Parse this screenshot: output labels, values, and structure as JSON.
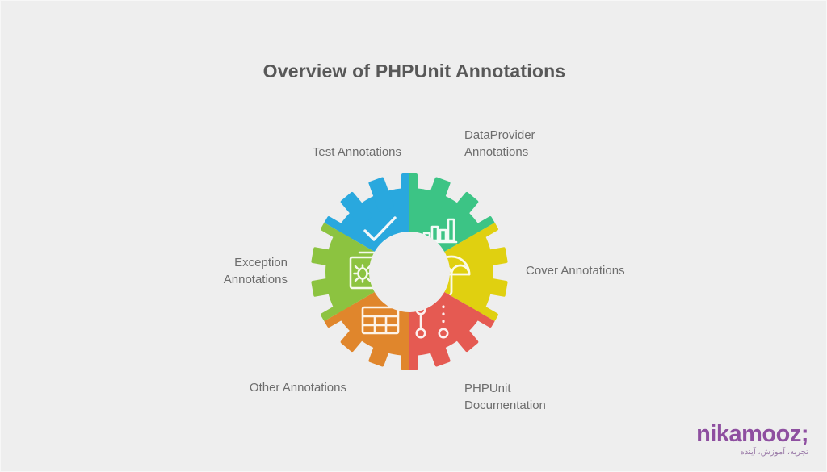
{
  "page": {
    "title": "Overview of PHPUnit Annotations",
    "background_color": "#eeeeee",
    "title_color": "#585858",
    "label_color": "#6d6d6d"
  },
  "chart_data": {
    "type": "pie",
    "title": "Overview of PHPUnit Annotations",
    "subtitle": "",
    "xlabel": "",
    "ylabel": "",
    "legend_position": "around-chart",
    "grid": false,
    "style": "gear-donut",
    "segment_count": 6,
    "equal_segments": true,
    "categories": [
      "Test Annotations",
      "DataProvider Annotations",
      "Cover Annotations",
      "PHPUnit Documentation",
      "Other Annotations",
      "Exception Annotations"
    ],
    "values": [
      16.67,
      16.67,
      16.67,
      16.67,
      16.67,
      16.67
    ],
    "colors": [
      "#29a8de",
      "#3cc485",
      "#e0d010",
      "#e55a52",
      "#e0862c",
      "#8cc340"
    ],
    "segments": [
      {
        "id": "test",
        "label": "Test Annotations",
        "value": 16.67,
        "color": "#29a8de",
        "icon": "check-icon",
        "position": "top-left"
      },
      {
        "id": "dataprovider",
        "label": "DataProvider\nAnnotations",
        "value": 16.67,
        "color": "#3cc485",
        "icon": "bar-chart-icon",
        "position": "top-right"
      },
      {
        "id": "cover",
        "label": "Cover Annotations",
        "value": 16.67,
        "color": "#e0d010",
        "icon": "umbrella-icon",
        "position": "right"
      },
      {
        "id": "phpunit-documentation",
        "label": "PHPUnit\nDocumentation",
        "value": 16.67,
        "color": "#e55a52",
        "icon": "nodes-icon",
        "position": "bottom-right"
      },
      {
        "id": "other",
        "label": "Other Annotations",
        "value": 16.67,
        "color": "#e0862c",
        "icon": "table-icon",
        "position": "bottom-left"
      },
      {
        "id": "exception",
        "label": "Exception\nAnnotations",
        "value": 16.67,
        "color": "#8cc340",
        "icon": "bug-document-icon",
        "position": "left"
      }
    ]
  },
  "labels": {
    "test": "Test Annotations",
    "dataprovider": "DataProvider\nAnnotations",
    "exception": "Exception\nAnnotations",
    "cover": "Cover Annotations",
    "other": "Other Annotations",
    "phpunit_documentation": "PHPUnit\nDocumentation"
  },
  "logo": {
    "wordmark": "nikamooz;",
    "tagline": "تجربه، آموزش، آینده",
    "color": "#8e4fa0"
  }
}
